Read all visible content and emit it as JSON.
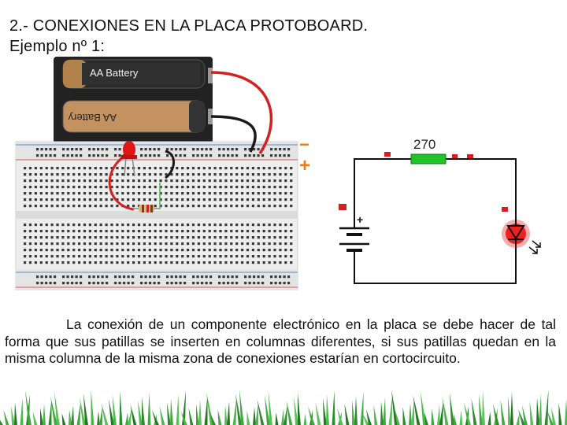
{
  "slide": {
    "title_line1": "2.- CONEXIONES EN LA PLACA PROTOBOARD.",
    "title_line2": "Ejemplo nº 1:",
    "paragraph": "La conexión de un componente electrónico en la placa se debe hacer de tal forma que sus patillas se inserten en columnas diferentes, si sus patillas quedan en la misma columna de la misma zona de conexiones estarían en cortocircuito."
  },
  "battery": {
    "cell_top_label": "AA Battery",
    "cell_bottom_label": "AA Battery"
  },
  "breadboard": {
    "minus_sign": "−",
    "plus_sign": "+"
  },
  "schematic": {
    "resistor_value": "270",
    "battery_plus": "+"
  },
  "colors": {
    "wire_red": "#d42020",
    "wire_black": "#1a1a1a",
    "resistor_green": "#22c229",
    "led_red": "#e01515",
    "polarity_orange": "#f07a1a"
  }
}
